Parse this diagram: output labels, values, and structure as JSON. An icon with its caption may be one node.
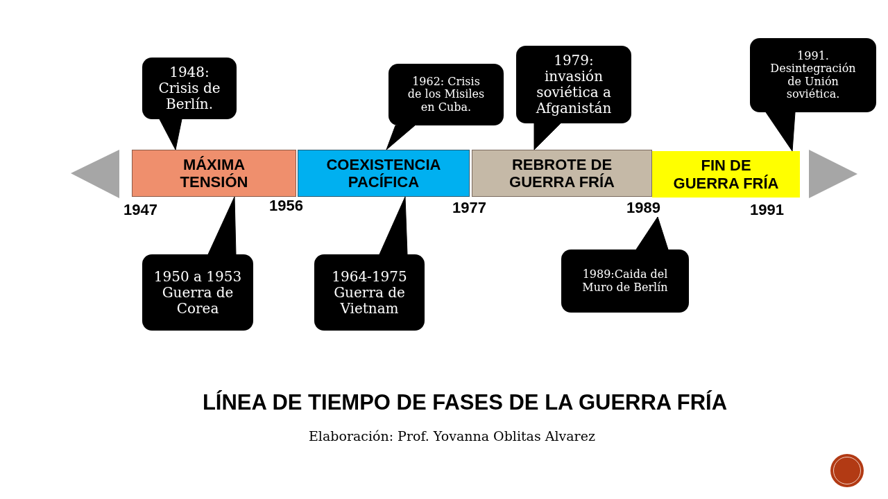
{
  "diagram": {
    "title": "LÍNEA DE TIEMPO DE FASES DE LA GUERRA FRÍA",
    "caption": "Elaboración: Prof. Yovanna Oblitas Alvarez",
    "nodes": [
      {
        "text": [
          "1948: Crisis de Berlín."
        ]
      },
      {
        "text": [
          "1962: Crisis de los Misiles en Cuba."
        ]
      },
      {
        "text": [
          "1979: invasión soviética a Afganistán"
        ]
      },
      {
        "text": [
          "1991. Desintegración de Unión soviética."
        ]
      },
      {
        "text": [
          "MÁXIMA TENSIÓN"
        ]
      },
      {
        "text": [
          "COEXISTENCIA PACÍFICA"
        ]
      },
      {
        "text": [
          "REBROTE DE GUERRA FRÍA"
        ]
      },
      {
        "text": [
          "FIN DE GUERRA FRÍA"
        ]
      },
      {
        "text": [
          "1989"
        ]
      },
      {
        "text": [
          "1950 a 1953 Guerra de Corea"
        ]
      },
      {
        "text": [
          "1964-1975 Guerra de Vietnam"
        ]
      },
      {
        "text": [
          "1989:Caida del Muro de Berlín"
        ]
      }
    ],
    "edges": [
      {
        "from": 0,
        "to": 4,
        "arrow": "to"
      },
      {
        "from": 1,
        "to": 5,
        "arrow": "to"
      },
      {
        "from": 2,
        "to": 6,
        "arrow": "to"
      },
      {
        "from": 3,
        "to": 7,
        "arrow": "to"
      },
      {
        "from": 9,
        "to": 4,
        "arrow": "to"
      },
      {
        "from": 10,
        "to": 5,
        "arrow": "to"
      },
      {
        "from": 11,
        "to": 8,
        "arrow": "to"
      }
    ],
    "labels": [
      "1947",
      "1956",
      "1977",
      "1991"
    ]
  }
}
